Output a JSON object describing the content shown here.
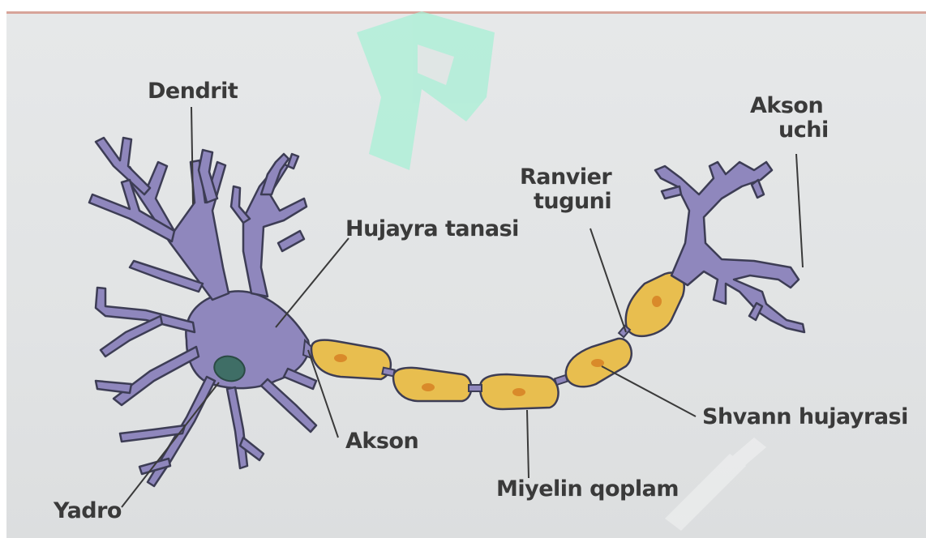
{
  "labels": {
    "dendrit": "Dendrit",
    "akson_uchi_line1": "Akson",
    "akson_uchi_line2": "uchi",
    "ranvier_line1": "Ranvier",
    "ranvier_line2": "tuguni",
    "hujayra_tanasi": "Hujayra tanasi",
    "shvann": "Shvann hujayrasi",
    "akson": "Akson",
    "miyelin": "Miyelin qoplam",
    "yadro": "Yadro"
  },
  "colors": {
    "cell_body": "#8f87bd",
    "cell_outline": "#3d3d55",
    "myelin": "#e8be4f",
    "myelin_nucleus": "#d98a2a",
    "nucleus": "#3f6e66",
    "watermark": "#a8f0d6"
  }
}
